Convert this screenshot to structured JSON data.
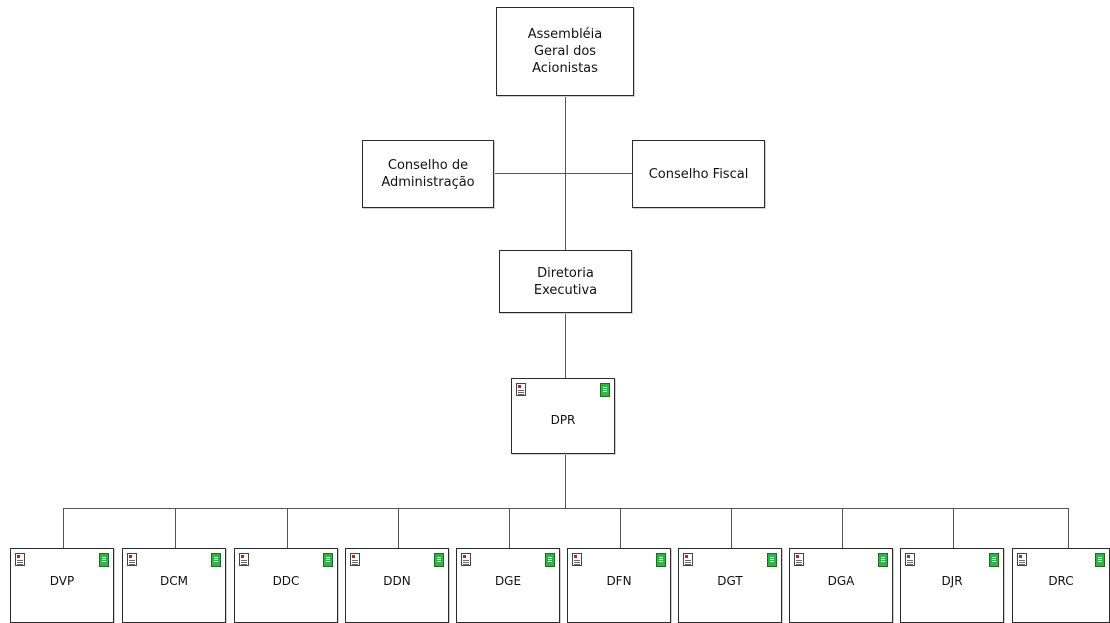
{
  "chart": {
    "assembleia": "Assembléia\nGeral dos\nAcionistas",
    "conselho_administracao": "Conselho de\nAdministração",
    "conselho_fiscal": "Conselho Fiscal",
    "diretoria_executiva": "Diretoria\nExecutiva",
    "dpr": "DPR",
    "units": [
      "DVP",
      "DCM",
      "DDC",
      "DDN",
      "DGE",
      "DFN",
      "DGT",
      "DGA",
      "DJR",
      "DRC"
    ]
  },
  "icons": {
    "document": "document-icon",
    "note": "note-icon"
  },
  "colors": {
    "border": "#2b2b2b",
    "connector": "#555555",
    "note_green": "#33b44a"
  }
}
